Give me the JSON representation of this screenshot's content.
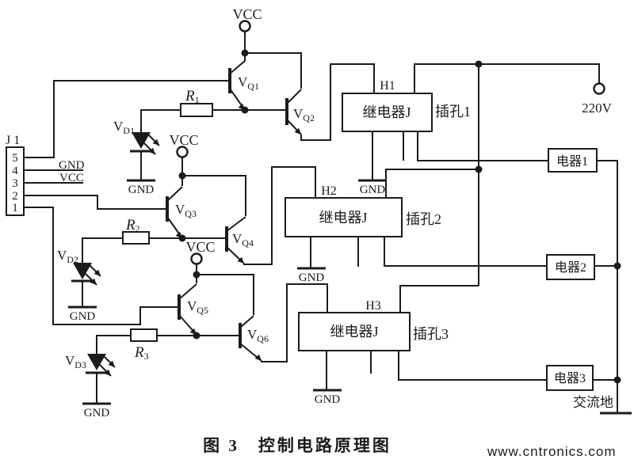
{
  "figure": {
    "caption": "图 3　控制电路原理图"
  },
  "watermark": {
    "text": "www.cntronics.com",
    "color": "#b5dcab"
  },
  "colors": {
    "ink": "#1b1b1b",
    "background": "#ffffff"
  },
  "power": {
    "vcc": "VCC",
    "mains": "220V",
    "ac_ground_label": "交流地"
  },
  "grounds": {
    "gnd": "GND"
  },
  "connector": {
    "label": "J 1",
    "pins": [
      "5",
      "4",
      "3",
      "2",
      "1"
    ],
    "net_gnd": "GND",
    "net_vcc": "VCC"
  },
  "relays": [
    {
      "id": "H1",
      "name": "继电器J",
      "socket": "插孔1"
    },
    {
      "id": "H2",
      "name": "继电器J",
      "socket": "插孔2"
    },
    {
      "id": "H3",
      "name": "继电器J",
      "socket": "插孔3"
    }
  ],
  "appliances": [
    {
      "label": "电器1"
    },
    {
      "label": "电器2"
    },
    {
      "label": "电器3"
    }
  ],
  "components": {
    "q": [
      {
        "main": "V",
        "sub": "Q1"
      },
      {
        "main": "V",
        "sub": "Q2"
      },
      {
        "main": "V",
        "sub": "Q3"
      },
      {
        "main": "V",
        "sub": "Q4"
      },
      {
        "main": "V",
        "sub": "Q5"
      },
      {
        "main": "V",
        "sub": "Q6"
      }
    ],
    "r": [
      {
        "main": "R",
        "sub": "1"
      },
      {
        "main": "R",
        "sub": "2"
      },
      {
        "main": "R",
        "sub": "3"
      }
    ],
    "d": [
      {
        "main": "V",
        "sub": "D1"
      },
      {
        "main": "V",
        "sub": "D2"
      },
      {
        "main": "V",
        "sub": "D3"
      }
    ]
  }
}
